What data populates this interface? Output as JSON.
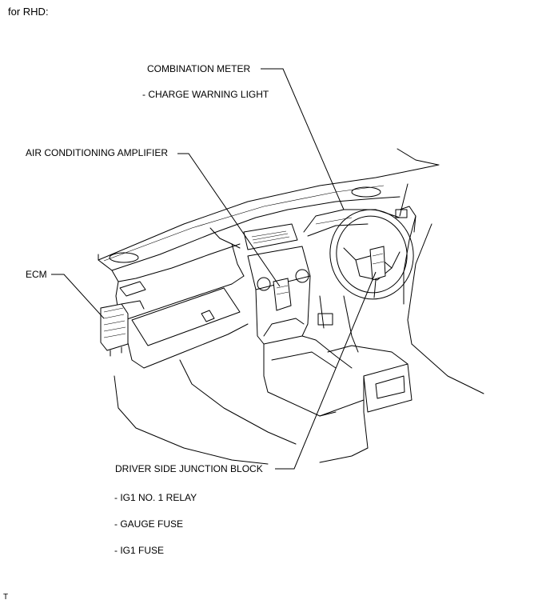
{
  "header": {
    "title": "for RHD:"
  },
  "labels": {
    "combination_meter": "COMBINATION METER",
    "charge_warning_light": "- CHARGE WARNING LIGHT",
    "air_conditioning_amplifier": "AIR CONDITIONING AMPLIFIER",
    "ecm": "ECM",
    "driver_side_junction_block": "DRIVER SIDE JUNCTION BLOCK",
    "ig1_no1_relay": "- IG1 NO. 1 RELAY",
    "gauge_fuse": "- GAUGE FUSE",
    "ig1_fuse": "- IG1 FUSE"
  },
  "footer": {
    "code": "T"
  }
}
